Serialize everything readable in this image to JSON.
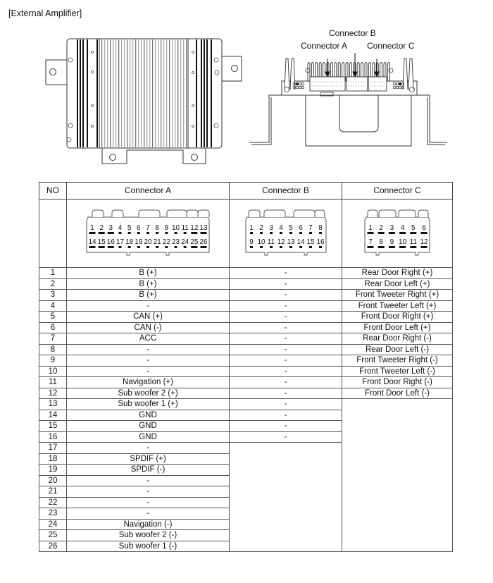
{
  "title": "[External Amplifier]",
  "callouts": {
    "connector_a": "Connector A",
    "connector_b": "Connector B",
    "connector_c": "Connector C"
  },
  "table": {
    "headers": [
      "NO",
      "Connector A",
      "Connector B",
      "Connector C"
    ],
    "connector_diagrams": {
      "a": {
        "top_row": [
          "1",
          "2",
          "3",
          "4",
          "5",
          "6",
          "7",
          "8",
          "9",
          "10",
          "11",
          "12",
          "13"
        ],
        "bottom_row": [
          "14",
          "15",
          "16",
          "17",
          "18",
          "19",
          "20",
          "21",
          "22",
          "23",
          "24",
          "25",
          "26"
        ]
      },
      "b": {
        "top_row": [
          "1",
          "2",
          "3",
          "4",
          "5",
          "6",
          "7",
          "8"
        ],
        "bottom_row": [
          "9",
          "10",
          "11",
          "12",
          "13",
          "14",
          "15",
          "16"
        ]
      },
      "c": {
        "top_row": [
          "1",
          "2",
          "3",
          "4",
          "5",
          "6"
        ],
        "bottom_row": [
          "7",
          "8",
          "9",
          "10",
          "11",
          "12"
        ]
      }
    },
    "rows": [
      {
        "no": "1",
        "a": "B (+)",
        "b": "-",
        "c": "Rear Door Right (+)"
      },
      {
        "no": "2",
        "a": "B (+)",
        "b": "-",
        "c": "Rear Door Left (+)"
      },
      {
        "no": "3",
        "a": "B (+)",
        "b": "-",
        "c": "Front Tweeter Right (+)"
      },
      {
        "no": "4",
        "a": "-",
        "b": "-",
        "c": "Front Tweeter Left (+)"
      },
      {
        "no": "5",
        "a": "CAN (+)",
        "b": "-",
        "c": "Front Door Right (+)"
      },
      {
        "no": "6",
        "a": "CAN (-)",
        "b": "-",
        "c": "Front Door Left (+)"
      },
      {
        "no": "7",
        "a": "ACC",
        "b": "-",
        "c": "Rear Door Right (-)"
      },
      {
        "no": "8",
        "a": "-",
        "b": "-",
        "c": "Rear Door Left (-)"
      },
      {
        "no": "9",
        "a": "-",
        "b": "-",
        "c": "Front Tweeter Right (-)"
      },
      {
        "no": "10",
        "a": "-",
        "b": "-",
        "c": "Front Tweeter Left (-)"
      },
      {
        "no": "11",
        "a": "Navigation (+)",
        "b": "-",
        "c": "Front Door Right (-)"
      },
      {
        "no": "12",
        "a": "Sub woofer 2 (+)",
        "b": "-",
        "c": "Front Door Left (-)"
      },
      {
        "no": "13",
        "a": "Sub woofer 1 (+)",
        "b": "-"
      },
      {
        "no": "14",
        "a": "GND",
        "b": "-"
      },
      {
        "no": "15",
        "a": "GND",
        "b": "-"
      },
      {
        "no": "16",
        "a": "GND",
        "b": "-"
      },
      {
        "no": "17",
        "a": "-"
      },
      {
        "no": "18",
        "a": "SPDIF (+)"
      },
      {
        "no": "19",
        "a": "SPDIF (-)"
      },
      {
        "no": "20",
        "a": "-"
      },
      {
        "no": "21",
        "a": "-"
      },
      {
        "no": "22",
        "a": "-"
      },
      {
        "no": "23",
        "a": "-"
      },
      {
        "no": "24",
        "a": "Navigation (-)"
      },
      {
        "no": "25",
        "a": "Sub woofer 2 (-)"
      },
      {
        "no": "26",
        "a": "Sub woofer 1 (-)"
      }
    ]
  }
}
